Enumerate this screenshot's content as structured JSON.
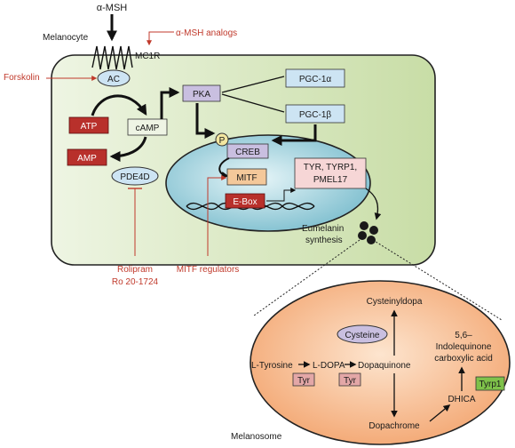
{
  "labels": {
    "alpha_msh": "α-MSH",
    "melanocyte": "Melanocyte",
    "alpha_msh_analogs": "α-MSH analogs",
    "mc1r": "MC1R",
    "forskolin": "Forskolin",
    "ac": "AC",
    "atp": "ATP",
    "camp": "cAMP",
    "amp": "AMP",
    "pde4d": "PDE4D",
    "pka": "PKA",
    "pgc1a": "PGC-1α",
    "pgc1b": "PGC-1β",
    "p": "P",
    "creb": "CREB",
    "mitf": "MITF",
    "ebox": "E-Box",
    "target_genes_line1": "TYR, TYRP1,",
    "target_genes_line2": "PMEL17",
    "eumelanin_line1": "Eumelanin",
    "eumelanin_line2": "synthesis",
    "rolipram_line1": "Rolipram",
    "rolipram_line2": "Ro 20-1724",
    "mitf_regulators": "MITF regulators",
    "melanosome": "Melanosome",
    "cysteinyldopa": "Cysteinyldopa",
    "cysteine": "Cysteine",
    "l_tyrosine": "L-Tyrosine",
    "l_dopa": "L-DOPA",
    "dopaquinone": "Dopaquinone",
    "tyr1": "Tyr",
    "tyr2": "Tyr",
    "indolequinone_line1": "5,6–",
    "indolequinone_line2": "Indolequinone",
    "indolequinone_line3": "carboxylic acid",
    "tyrp1": "Tyrp1",
    "dhica": "DHICA",
    "dopachrome": "Dopachrome"
  },
  "colors": {
    "cell_fill": "#d9e8c2",
    "nucleus_fill": "#8fc9d6",
    "melanosome_fill": "#f6b98a",
    "red_box": "#b8302b",
    "blue_box": "#cde4f3",
    "purple_box": "#c9bfe0",
    "mitf_box": "#f4c89a",
    "gene_box": "#f6d6d6",
    "cream_box": "#eef4e4",
    "tyr_box": "#e3a7a7",
    "tyrp1_box": "#7fc24a",
    "inhibitor_red": "#c0392b"
  }
}
